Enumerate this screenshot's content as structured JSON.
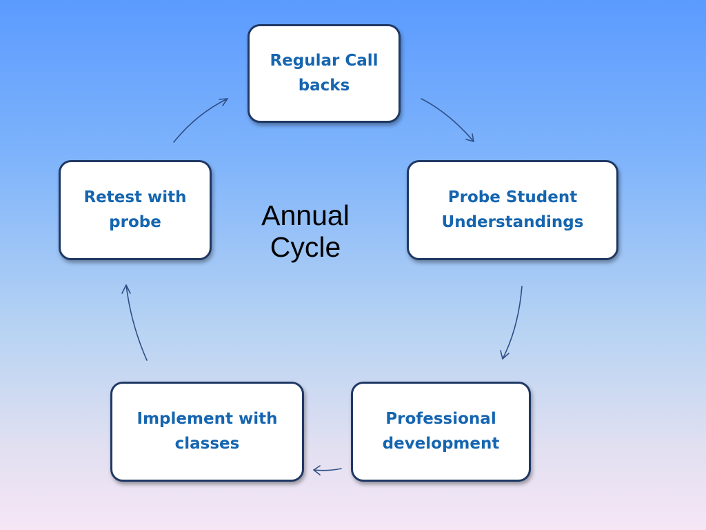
{
  "diagram": {
    "center_label": "Annual Cycle",
    "nodes": [
      {
        "id": "regular-call-backs",
        "label": "Regular Call backs"
      },
      {
        "id": "probe-student-understandings",
        "label": "Probe Student Understandings"
      },
      {
        "id": "professional-development",
        "label": "Professional development"
      },
      {
        "id": "implement-with-classes",
        "label": "Implement with classes"
      },
      {
        "id": "retest-with-probe",
        "label": "Retest with probe"
      }
    ],
    "edges": [
      {
        "from": "regular-call-backs",
        "to": "probe-student-understandings"
      },
      {
        "from": "probe-student-understandings",
        "to": "professional-development"
      },
      {
        "from": "professional-development",
        "to": "implement-with-classes"
      },
      {
        "from": "implement-with-classes",
        "to": "retest-with-probe"
      },
      {
        "from": "retest-with-probe",
        "to": "regular-call-backs"
      }
    ]
  },
  "colors": {
    "node_text": "#1565b0",
    "node_border": "#1f3864",
    "arrow": "#2f4f86"
  }
}
